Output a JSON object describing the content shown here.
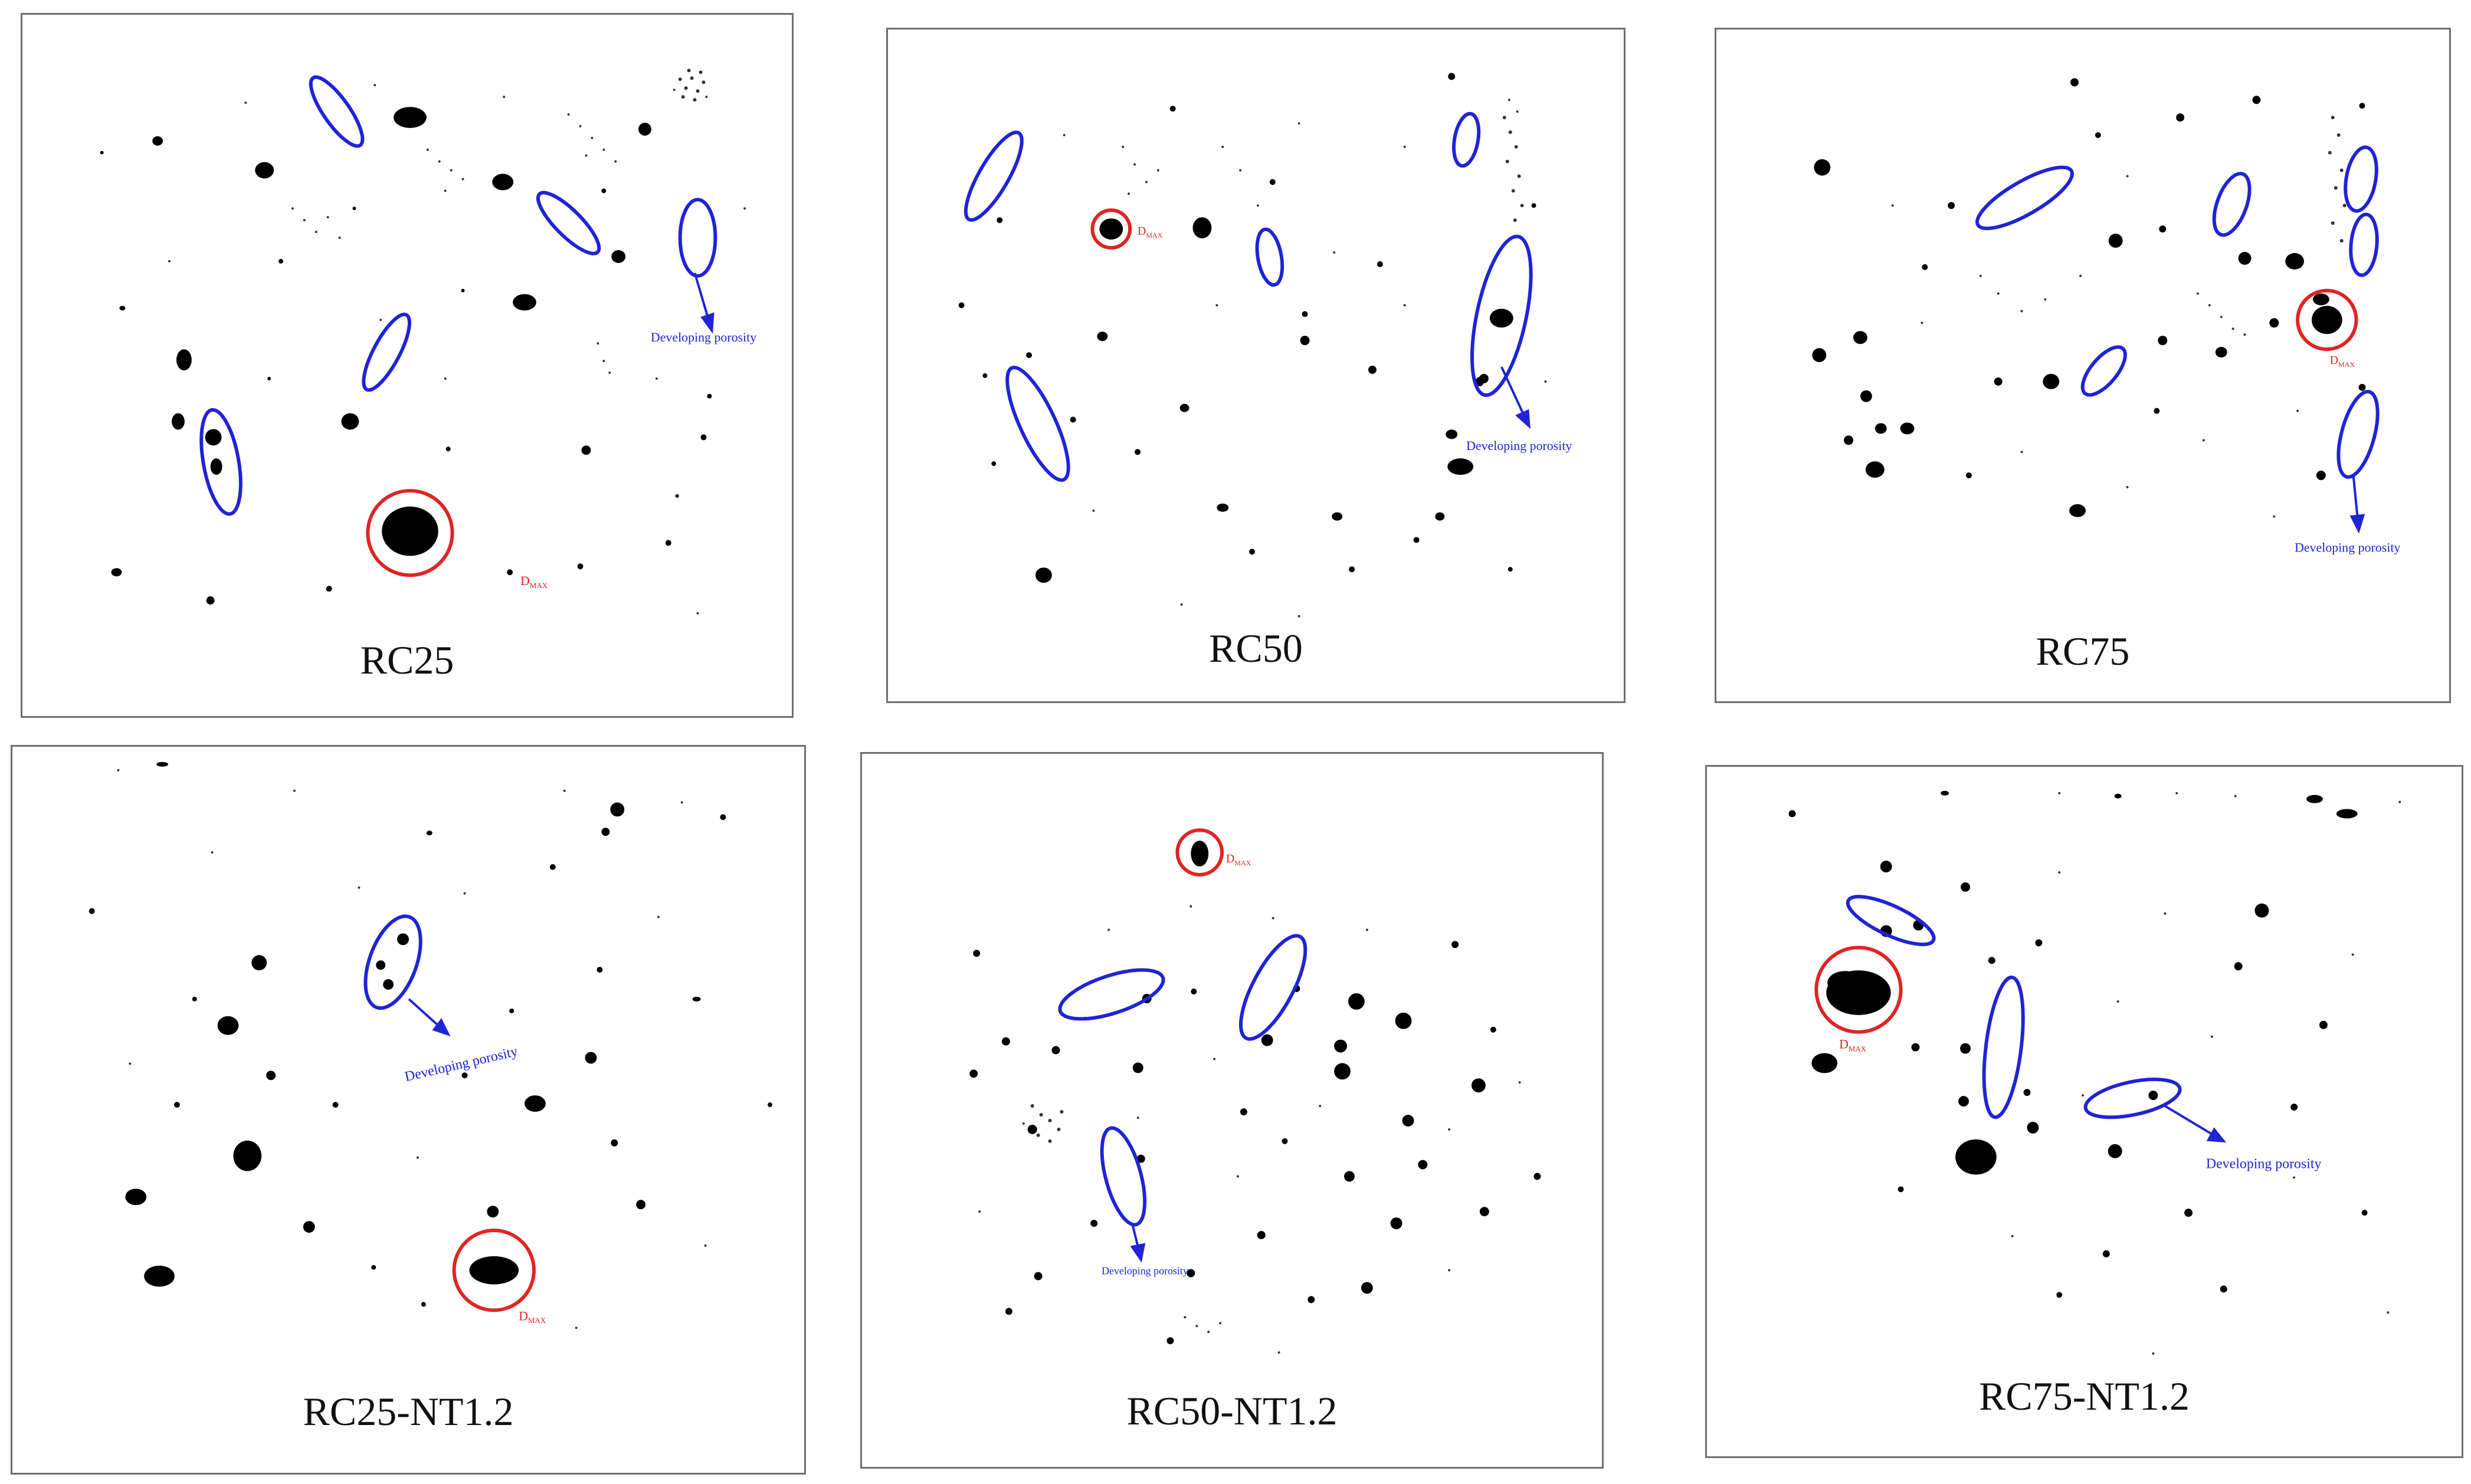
{
  "annotations": {
    "dmax": "D",
    "dmax_sub": "MAX",
    "developing": "Developing porosity"
  },
  "colors": {
    "ellipse": "#1f24d6",
    "dmax_circle": "#e02424",
    "pores": "#000000",
    "panel_border": "#6e6e6e"
  },
  "panels": [
    {
      "label": "RC25"
    },
    {
      "label": "RC50"
    },
    {
      "label": "RC75"
    },
    {
      "label": "RC25-NT1.2"
    },
    {
      "label": "RC50-NT1.2"
    },
    {
      "label": "RC75-NT1.2"
    }
  ]
}
